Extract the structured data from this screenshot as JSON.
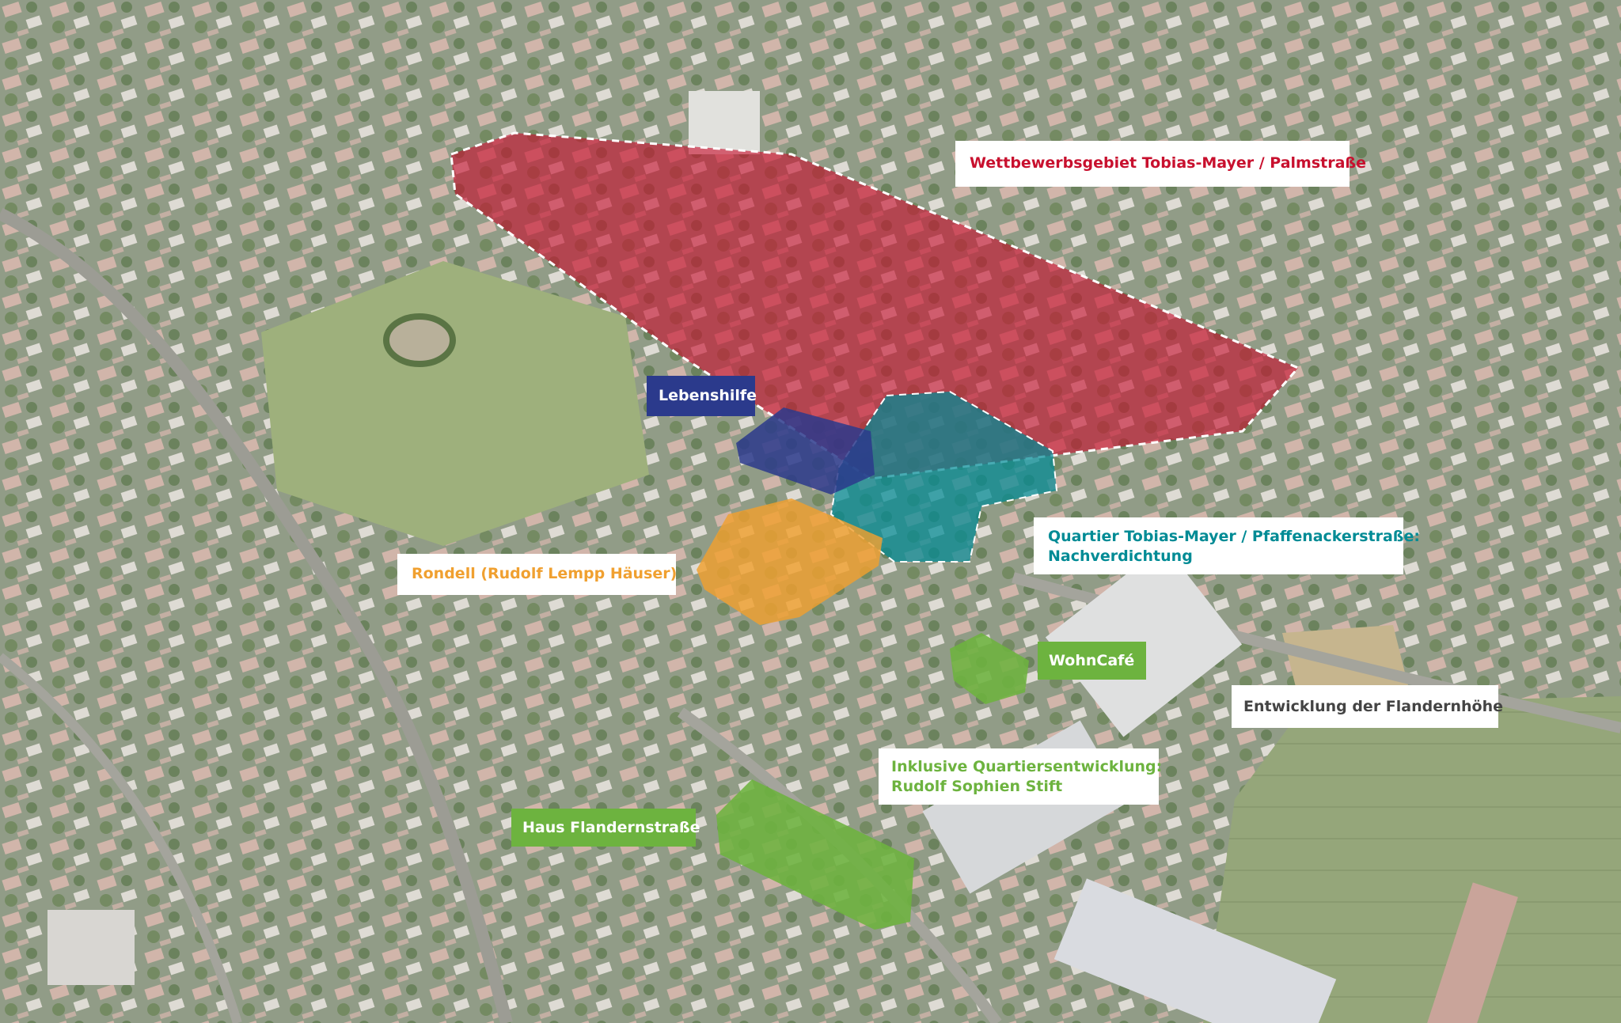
{
  "colors": {
    "competition": "#c8102e",
    "quartier": "#008b95",
    "lebenshilfe": "#2b3a8c",
    "rondell": "#f0a030",
    "inclusive": "#6db33f"
  },
  "labels": {
    "competition": "Wettbewerbsgebiet Tobias-Mayer / Palmstraße",
    "lebenshilfe": "Lebenshilfe",
    "quartier_line1": "Quartier Tobias-Mayer / Pfaffenackerstraße:",
    "quartier_line2": "Nachverdichtung",
    "rondell": "Rondell (Rudolf Lempp Häuser)",
    "wohncafe": "WohnCafé",
    "flandernhoehe": "Entwicklung der Flandernhöhe",
    "sophien_line1": "Inklusive Quartiersentwicklung:",
    "sophien_line2": "Rudolf Sophien Stift",
    "haus_flandern": "Haus Flandernstraße"
  }
}
